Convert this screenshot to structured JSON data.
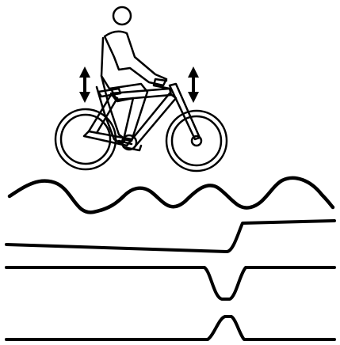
{
  "figure": {
    "background": "#ffffff",
    "ink": "#000000",
    "illustration": {
      "subject": "bicycle-rider-icon",
      "indicators": [
        "up-down-arrow-icon",
        "up-down-arrow-icon"
      ]
    },
    "traces": [
      {
        "name": "terrain-wave-trace"
      },
      {
        "name": "step-up-trace"
      },
      {
        "name": "dip-trace"
      },
      {
        "name": "bump-trace"
      }
    ]
  }
}
